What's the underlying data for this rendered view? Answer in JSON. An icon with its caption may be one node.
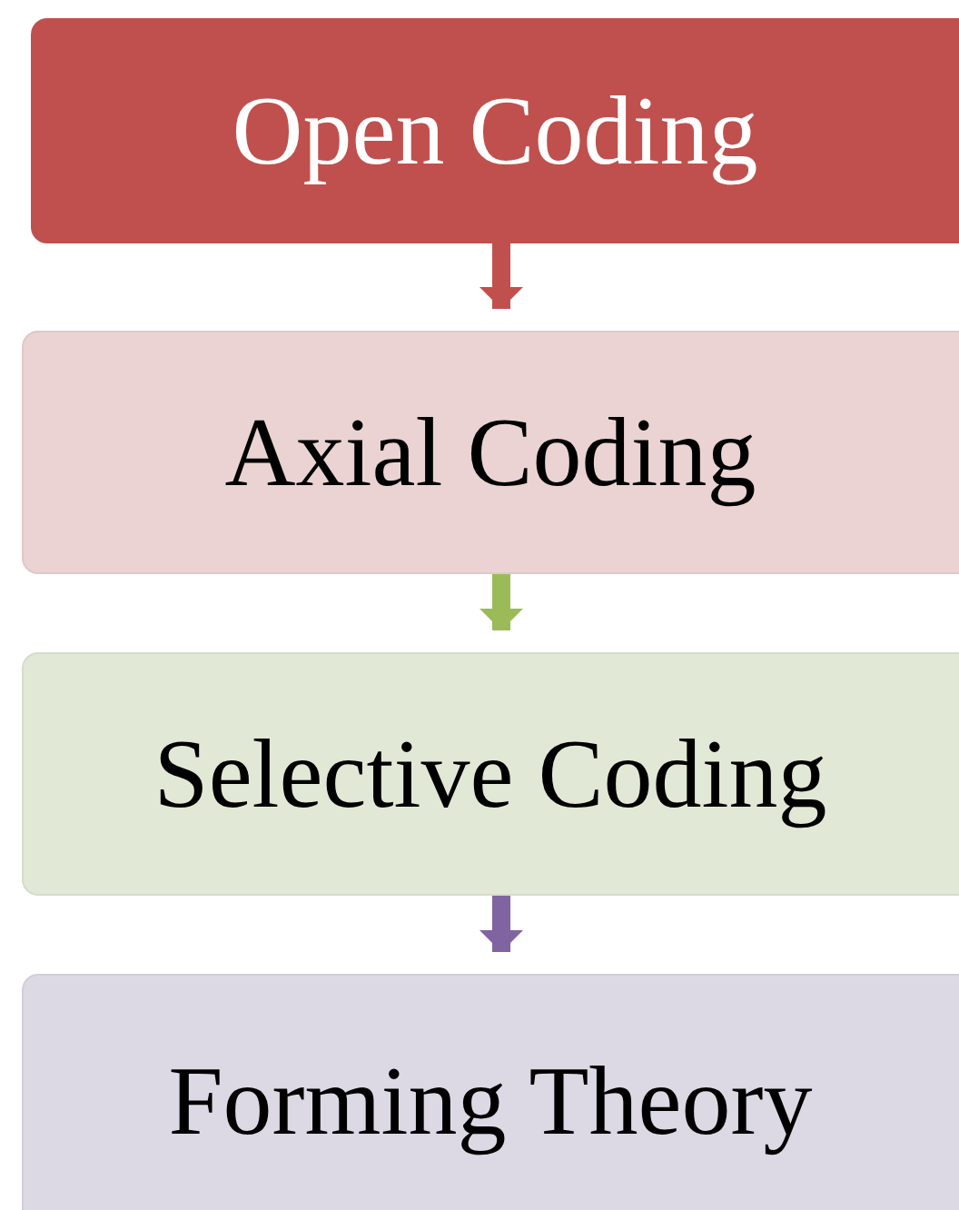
{
  "diagram": {
    "nodes": [
      {
        "text": [
          "Open Coding"
        ]
      },
      {
        "text": [
          "Axial Coding"
        ]
      },
      {
        "text": [
          "Selective Coding"
        ]
      },
      {
        "text": [
          "Forming Theory"
        ]
      }
    ],
    "edges": [
      {
        "from": 0,
        "to": 1,
        "arrow": "to",
        "color": "#c0504d"
      },
      {
        "from": 1,
        "to": 2,
        "arrow": "to",
        "color": "#9bbb59"
      },
      {
        "from": 2,
        "to": 3,
        "arrow": "to",
        "color": "#8064a2"
      }
    ]
  }
}
